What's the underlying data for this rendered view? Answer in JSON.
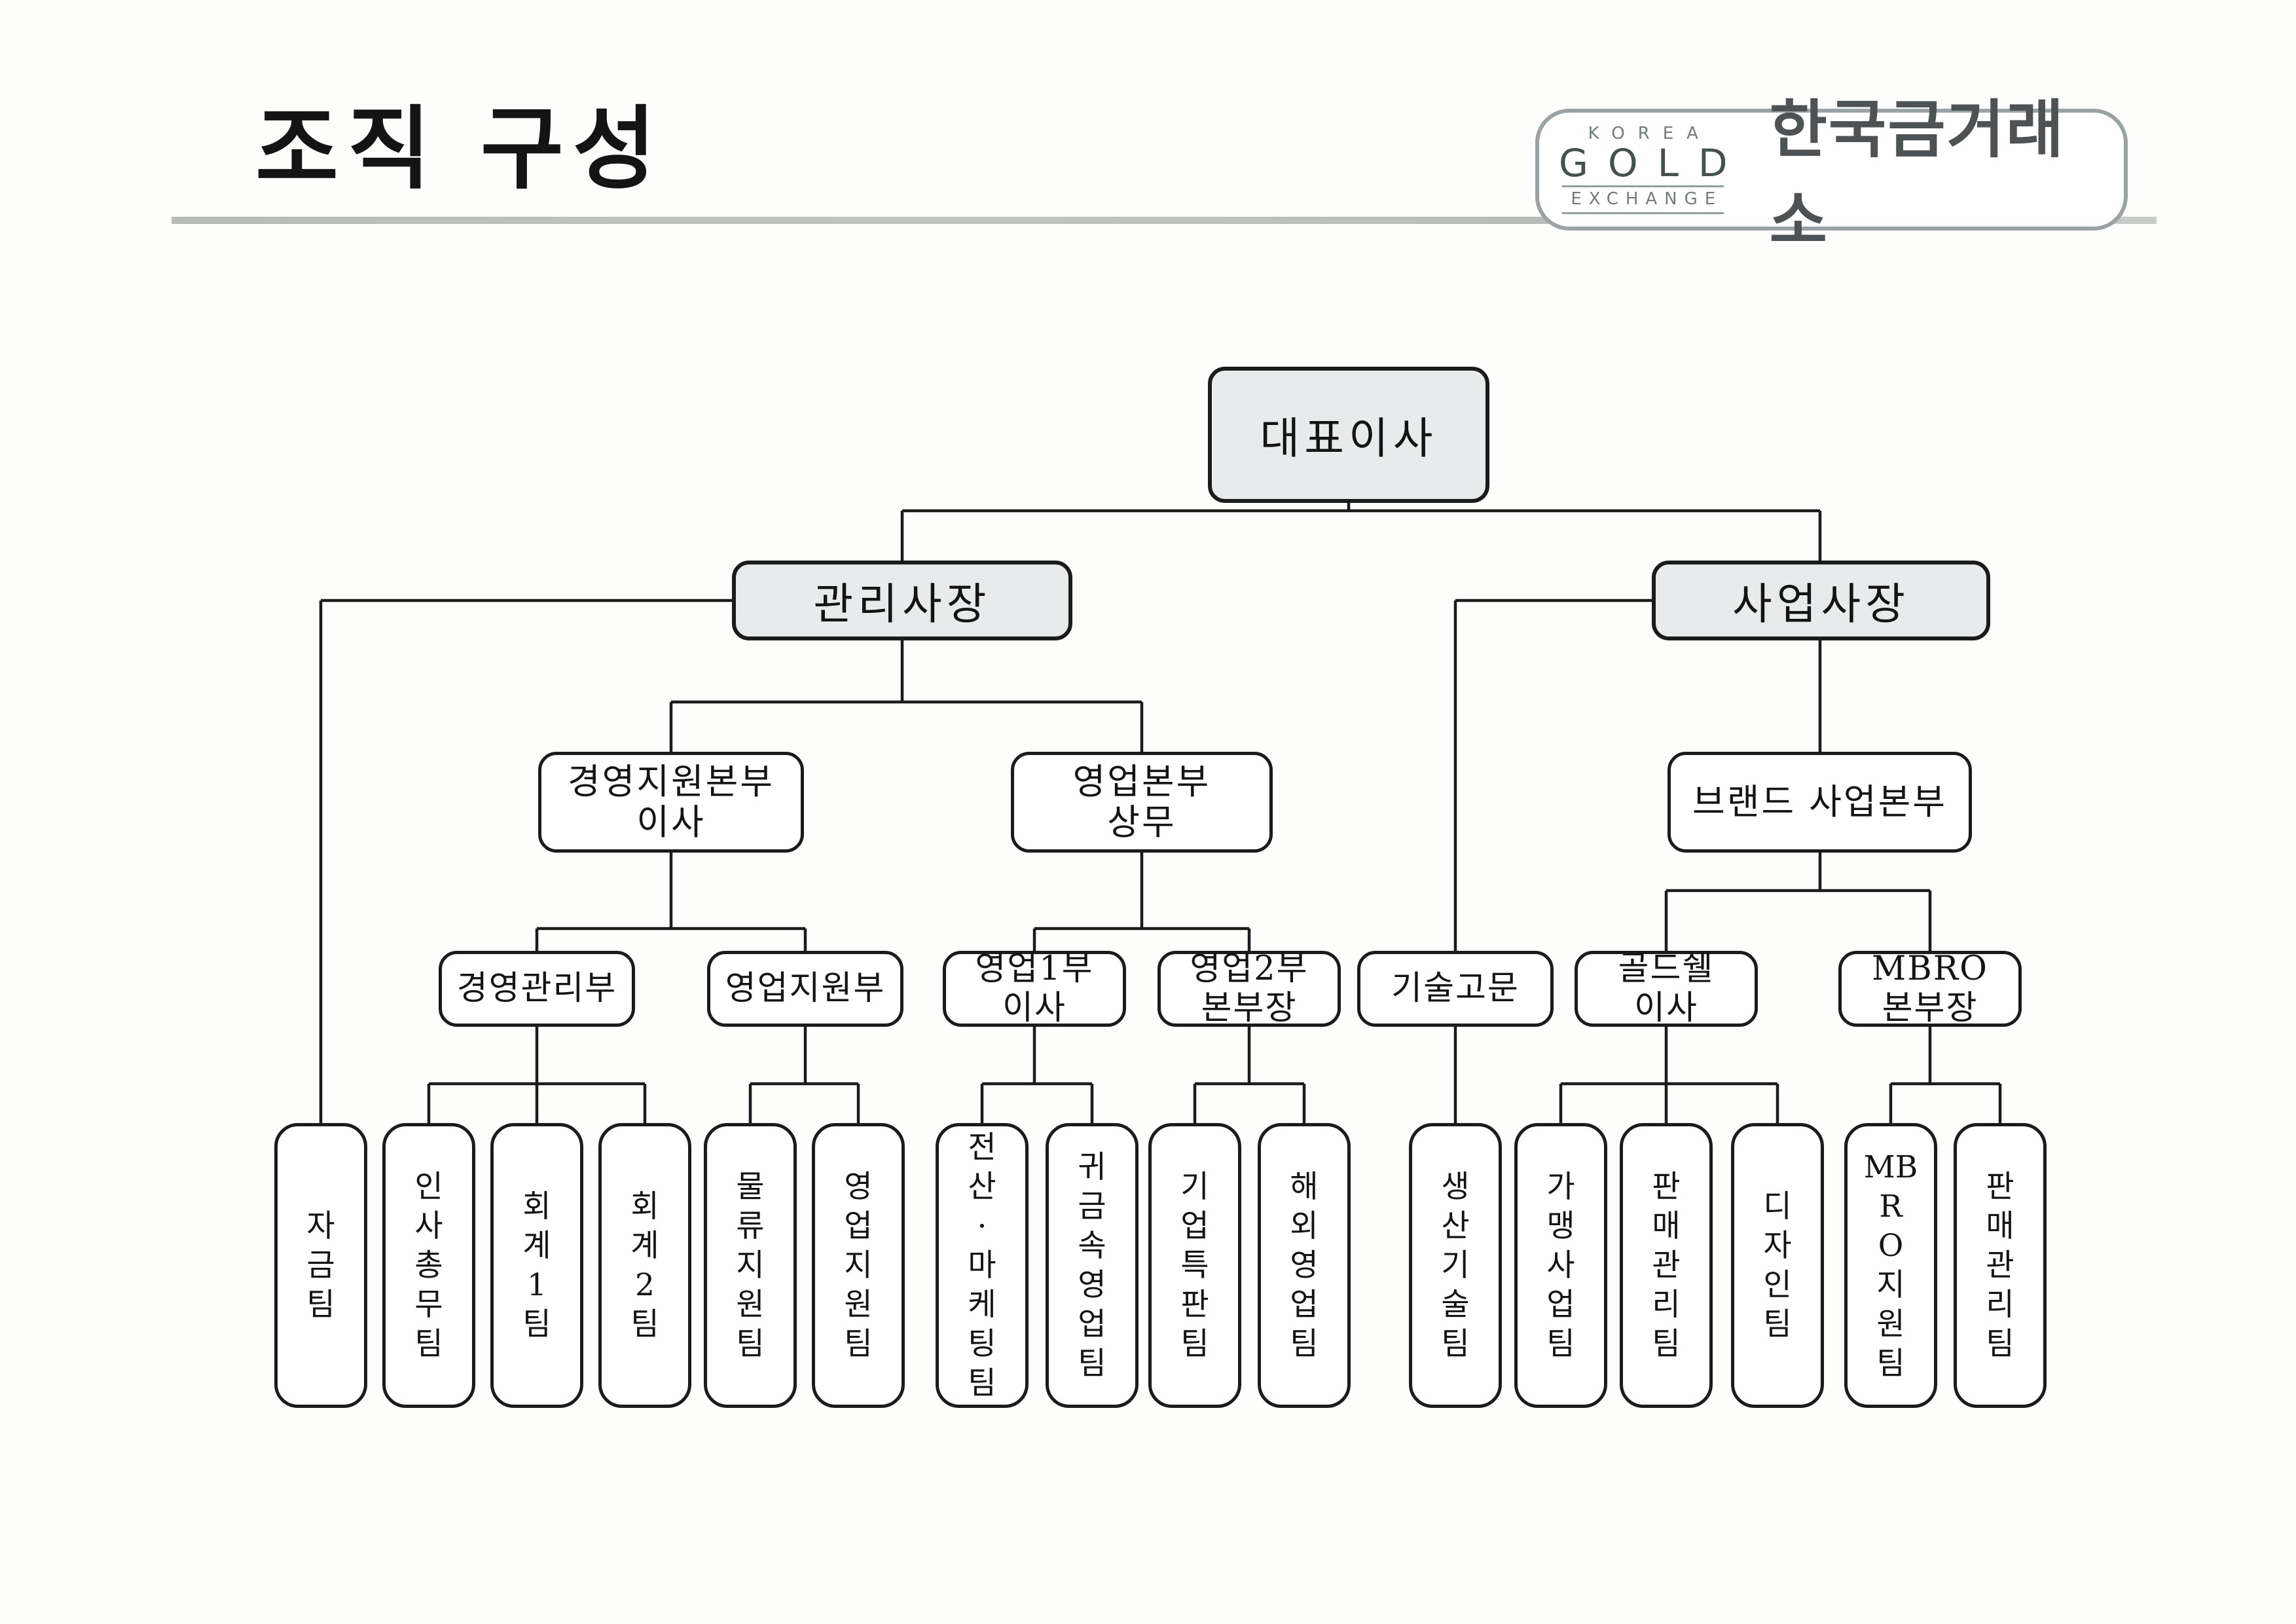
{
  "title": "조직 구성",
  "logo": {
    "korea": "KOREA",
    "gold": "GOLD",
    "exchange": "EXCHANGE",
    "name_korean": "한국금거래소"
  },
  "colors": {
    "line": "#1b1b1b",
    "box_border": "#1b1b1b",
    "top_box_fill": "#e8ebec",
    "box_fill": "#ffffff",
    "logo_border": "#98a3a6",
    "logo_text_green": "#41534a",
    "title_rule_gray": "#aeb7b1"
  },
  "org_chart": {
    "ceo": "대표이사",
    "admin_president": "관리사장",
    "business_president": "사업사장",
    "management_support_hq": [
      "경영지원본부",
      "이사"
    ],
    "sales_hq": [
      "영업본부",
      "상무"
    ],
    "brand_business_hq": "브랜드 사업본부",
    "management_dept": "경영관리부",
    "sales_support_dept": "영업지원부",
    "sales_dept_1": [
      "영업1부",
      "이사"
    ],
    "sales_dept_2": [
      "영업2부",
      "본부장"
    ],
    "technical_advisor": "기술고문",
    "goldshell_director": [
      "골드쉘",
      "이사"
    ],
    "mbro_head": [
      "MBRO",
      "본부장"
    ],
    "teams": {
      "finance": [
        "자",
        "금",
        "팀"
      ],
      "hr_general_affairs": [
        "인",
        "사",
        "총",
        "무",
        "팀"
      ],
      "accounting_1": [
        "회",
        "계",
        "1",
        "팀"
      ],
      "accounting_2": [
        "회",
        "계",
        "2",
        "팀"
      ],
      "logistics_support": [
        "물",
        "류",
        "지",
        "원",
        "팀"
      ],
      "sales_support": [
        "영",
        "업",
        "지",
        "원",
        "팀"
      ],
      "it_marketing": [
        "전",
        "산",
        "·",
        "마",
        "케",
        "팅",
        "팀"
      ],
      "precious_metal_sales": [
        "귀",
        "금",
        "속",
        "영",
        "업",
        "팀"
      ],
      "corporate_special_sales": [
        "기",
        "업",
        "특",
        "판",
        "팀"
      ],
      "overseas_sales": [
        "해",
        "외",
        "영",
        "업",
        "팀"
      ],
      "production_technology": [
        "생",
        "산",
        "기",
        "술",
        "팀"
      ],
      "franchise_business": [
        "가",
        "맹",
        "사",
        "업",
        "팀"
      ],
      "sales_management_1": [
        "판",
        "매",
        "관",
        "리",
        "팀"
      ],
      "design": [
        "디",
        "자",
        "인",
        "팀"
      ],
      "mbro_support": [
        "MB",
        "R",
        "O",
        "지",
        "원",
        "팀"
      ],
      "sales_management_2": [
        "판",
        "매",
        "관",
        "리",
        "팀"
      ]
    }
  }
}
